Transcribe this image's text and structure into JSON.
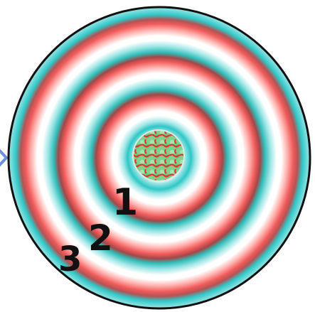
{
  "diagram": {
    "labels": [
      {
        "id": "1",
        "text": "1"
      },
      {
        "id": "2",
        "text": "2"
      },
      {
        "id": "3",
        "text": "3"
      }
    ],
    "colors": {
      "outline": "#111111",
      "teal_outer": "#2fc7c7",
      "teal_light": "#9fe6e6",
      "red": "#f05a5a",
      "dark_red_edge": "#a04848",
      "white": "#ffffff",
      "core_green": "#7fd18b",
      "core_red": "#e0342f",
      "arrow_blue": "#6d8fd6"
    }
  }
}
